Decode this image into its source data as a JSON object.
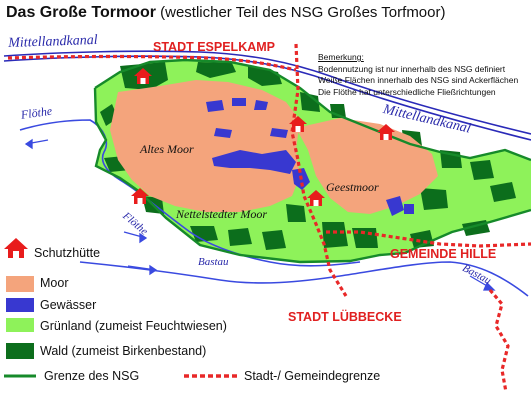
{
  "title": {
    "bold": "Das Große Tormoor",
    "rest": "(westlicher Teil des NSG Großes Torfmoor)"
  },
  "note": {
    "heading": "Bemerkung:",
    "lines": [
      "Bodennutzung ist nur innerhalb des NSG definiert",
      "Weiße Flächen innerhalb des NSG sind Ackerflächen",
      "Die Flöthe hat unterschiedliche Fließrichtungen"
    ]
  },
  "labels": {
    "mittellandkanal_left": "Mittellandkanal",
    "mittellandkanal_right": "Mittellandkanal",
    "stadt_espelkamp": "STADT ESPELKAMP",
    "stadt_luebbecke": "STADT LÜBBECKE",
    "gemeinde_hille": "GEMEINDE HILLE",
    "floethe_top": "Flöthe",
    "floethe_bottom": "Flöthe",
    "bastau_mid": "Bastau",
    "bastau_right": "Bastau",
    "altes_moor": "Altes Moor",
    "geestmoor": "Geestmoor",
    "nettelstedter_moor": "Nettelstedter Moor"
  },
  "legend": {
    "schutzhuette": "Schutzhütte",
    "moor": "Moor",
    "gewaesser": "Gewässer",
    "gruenland": "Grünland (zumeist Feuchtwiesen)",
    "wald": "Wald (zumeist Birkenbestand)",
    "grenze_nsg": "Grenze des NSG",
    "stadtgrenze": "Stadt-/ Gemeindegrenze"
  },
  "colors": {
    "moor": "#f4a47c",
    "gewaesser": "#3838d0",
    "gruenland": "#8ef25a",
    "wald": "#0c6e1c",
    "nsg_border": "#168a2a",
    "river": "#3a4ae0",
    "city_border": "#e82828",
    "hut": "#e81c1c"
  },
  "icons": {
    "hut": "house-icon"
  }
}
